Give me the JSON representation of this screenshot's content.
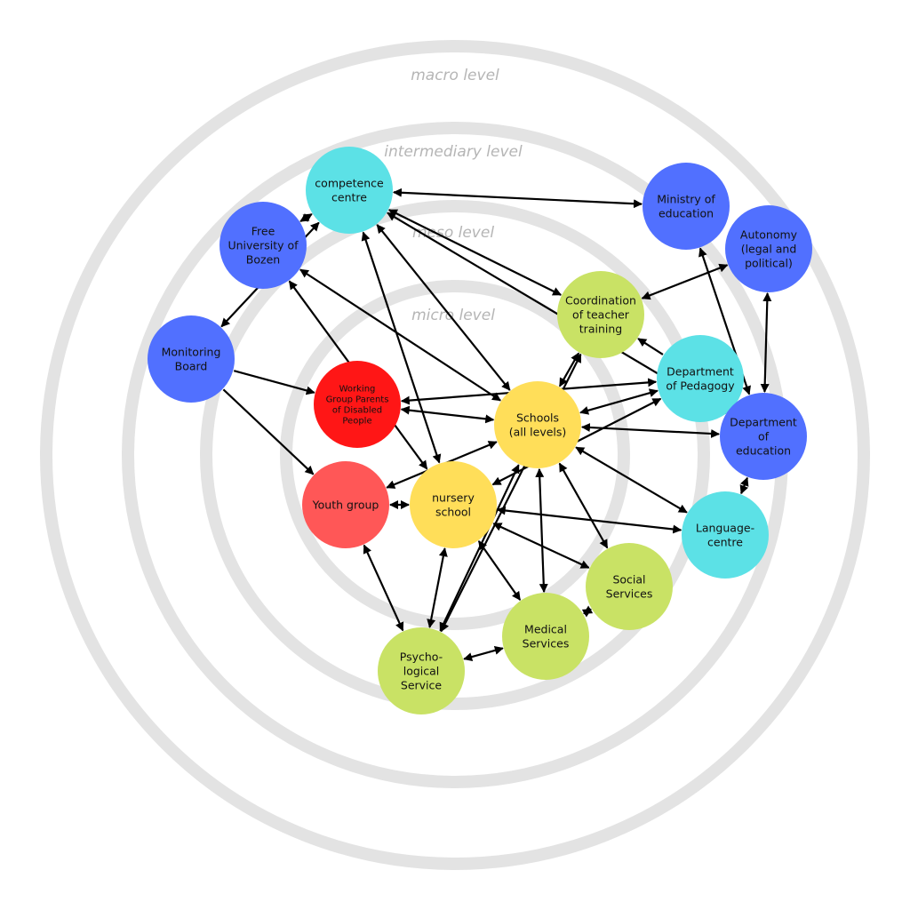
{
  "colors": {
    "ring": "#e3e3e3",
    "label": "#b5b5b5",
    "cyan": "#5ce1e6",
    "blue": "#5170ff",
    "green": "#c9e265",
    "yellow": "#ffde59",
    "red": "#ff1616",
    "salmon": "#ff5757",
    "edge": "#000000"
  },
  "levels": [
    {
      "id": "macro",
      "label": "macro level"
    },
    {
      "id": "intermediary",
      "label": "intermediary level"
    },
    {
      "id": "meso",
      "label": "meso level"
    },
    {
      "id": "micro",
      "label": "micro level"
    }
  ],
  "nodes": [
    {
      "id": "competence",
      "lines": [
        "competence",
        "centre"
      ],
      "color": "cyan"
    },
    {
      "id": "ministry",
      "lines": [
        "Ministry of",
        "education"
      ],
      "color": "blue"
    },
    {
      "id": "free-uni",
      "lines": [
        "Free",
        "University of",
        "Bozen"
      ],
      "color": "blue"
    },
    {
      "id": "autonomy",
      "lines": [
        "Autonomy",
        "(legal and",
        "political)"
      ],
      "color": "blue"
    },
    {
      "id": "coordination",
      "lines": [
        "Coordination",
        "of teacher",
        "training"
      ],
      "color": "green"
    },
    {
      "id": "monitoring",
      "lines": [
        "Monitoring",
        "Board"
      ],
      "color": "blue"
    },
    {
      "id": "working-group",
      "lines": [
        "Working",
        "Group Parents",
        "of Disabled",
        "People"
      ],
      "color": "red",
      "small": true
    },
    {
      "id": "dept-pedagogy",
      "lines": [
        "Department",
        "of Pedagogy"
      ],
      "color": "cyan"
    },
    {
      "id": "schools",
      "lines": [
        "Schools",
        "(all levels)"
      ],
      "color": "yellow"
    },
    {
      "id": "dept-education",
      "lines": [
        "Department",
        "of",
        "education"
      ],
      "color": "blue"
    },
    {
      "id": "youth",
      "lines": [
        "Youth group"
      ],
      "color": "salmon"
    },
    {
      "id": "nursery",
      "lines": [
        "nursery",
        "school"
      ],
      "color": "yellow"
    },
    {
      "id": "language",
      "lines": [
        "Language-",
        "centre"
      ],
      "color": "cyan"
    },
    {
      "id": "social",
      "lines": [
        "Social",
        "Services"
      ],
      "color": "green"
    },
    {
      "id": "medical",
      "lines": [
        "Medical",
        "Services"
      ],
      "color": "green"
    },
    {
      "id": "psych",
      "lines": [
        "Psycho-",
        "logical",
        "Service"
      ],
      "color": "green"
    }
  ],
  "edges": [
    {
      "from": "competence",
      "to": "ministry",
      "double": true
    },
    {
      "from": "competence",
      "to": "free-uni",
      "double": true
    },
    {
      "from": "competence",
      "to": "monitoring",
      "double": true
    },
    {
      "from": "competence",
      "to": "coordination",
      "double": true
    },
    {
      "from": "competence",
      "to": "schools",
      "double": true
    },
    {
      "from": "competence",
      "to": "nursery",
      "double": true
    },
    {
      "from": "competence",
      "to": "dept-education",
      "double": true
    },
    {
      "from": "free-uni",
      "to": "schools",
      "double": true
    },
    {
      "from": "free-uni",
      "to": "nursery",
      "double": true
    },
    {
      "from": "ministry",
      "to": "dept-education",
      "double": true
    },
    {
      "from": "autonomy",
      "to": "coordination",
      "double": true
    },
    {
      "from": "autonomy",
      "to": "dept-education",
      "double": true
    },
    {
      "from": "monitoring",
      "to": "working-group",
      "double": false
    },
    {
      "from": "monitoring",
      "to": "youth",
      "double": false
    },
    {
      "from": "dept-pedagogy",
      "to": "working-group",
      "double": true
    },
    {
      "from": "dept-pedagogy",
      "to": "coordination",
      "double": false
    },
    {
      "from": "dept-pedagogy",
      "to": "schools",
      "double": true
    },
    {
      "from": "dept-pedagogy",
      "to": "nursery",
      "double": true
    },
    {
      "from": "dept-pedagogy",
      "to": "dept-education",
      "double": true
    },
    {
      "from": "coordination",
      "to": "schools",
      "double": true
    },
    {
      "from": "coordination",
      "to": "psych",
      "double": true
    },
    {
      "from": "working-group",
      "to": "schools",
      "double": true
    },
    {
      "from": "schools",
      "to": "youth",
      "double": true
    },
    {
      "from": "schools",
      "to": "dept-education",
      "double": true
    },
    {
      "from": "schools",
      "to": "social",
      "double": true
    },
    {
      "from": "schools",
      "to": "language",
      "double": true
    },
    {
      "from": "schools",
      "to": "medical",
      "double": true
    },
    {
      "from": "schools",
      "to": "psych",
      "double": true
    },
    {
      "from": "nursery",
      "to": "youth",
      "double": true
    },
    {
      "from": "nursery",
      "to": "language",
      "double": true
    },
    {
      "from": "nursery",
      "to": "psych",
      "double": true
    },
    {
      "from": "nursery",
      "to": "social",
      "double": true
    },
    {
      "from": "nursery",
      "to": "medical",
      "double": true
    },
    {
      "from": "youth",
      "to": "psych",
      "double": true
    },
    {
      "from": "dept-education",
      "to": "language",
      "double": true
    },
    {
      "from": "medical",
      "to": "social",
      "double": true
    },
    {
      "from": "psych",
      "to": "medical",
      "double": true
    }
  ]
}
